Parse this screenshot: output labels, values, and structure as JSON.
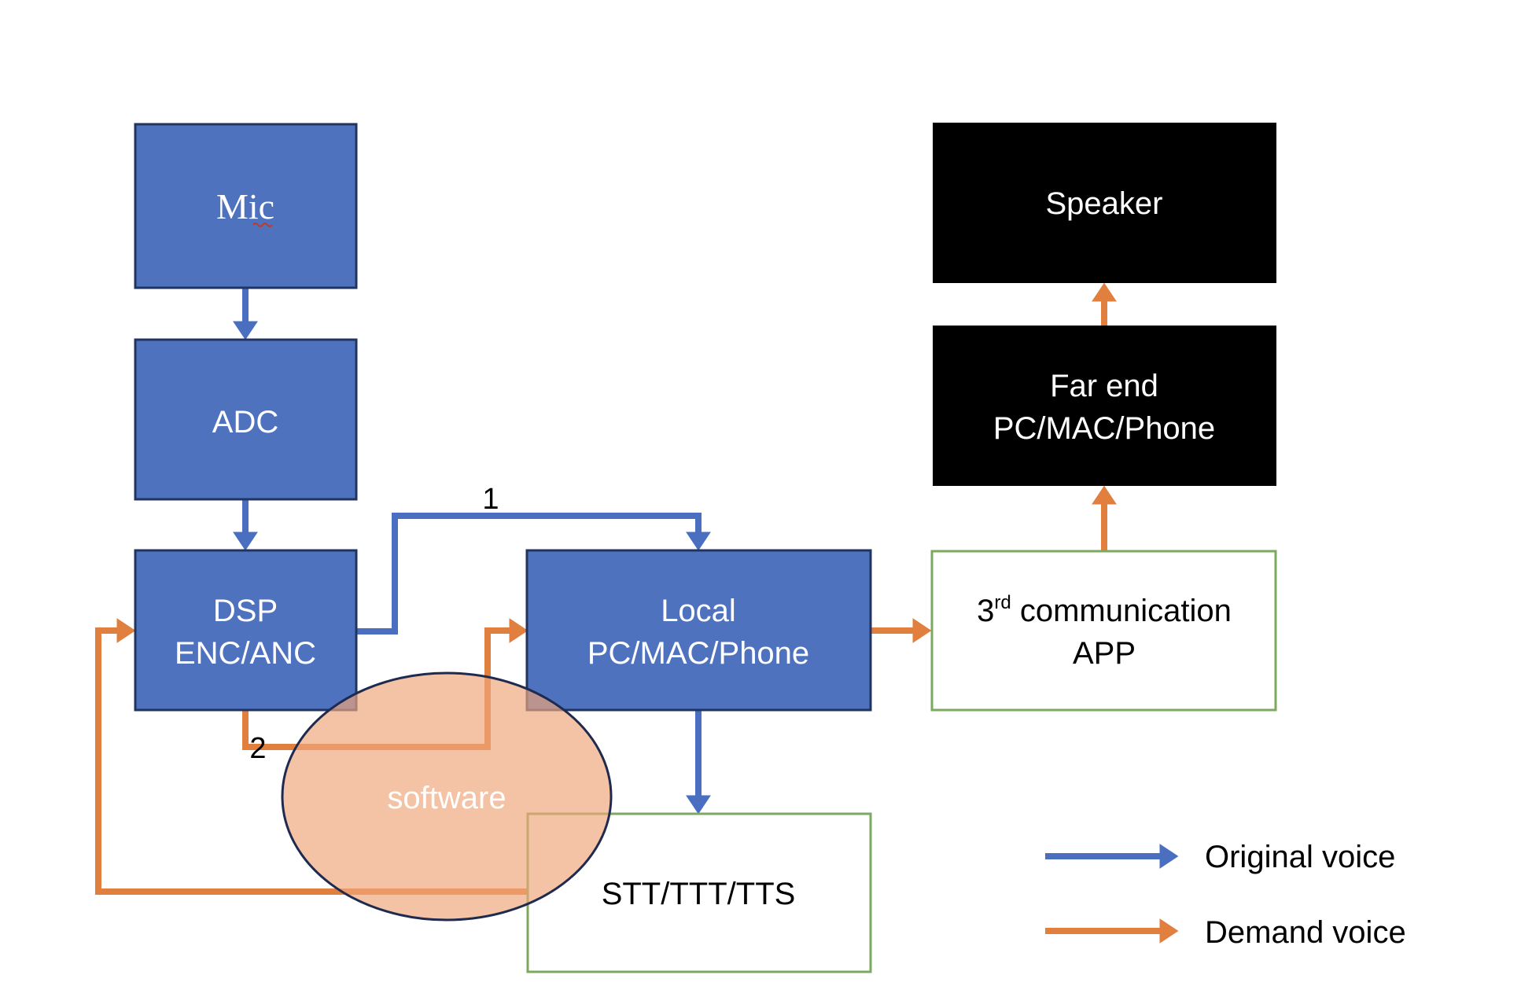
{
  "colors": {
    "blue_fill": "#4F72BE",
    "blue_border": "#1F3461",
    "blue_line": "#4A6FC0",
    "orange_line": "#E07F3E",
    "green_border": "#7BAA5E",
    "black_fill": "#000000",
    "ellipse_fill": "#EFA57A",
    "ellipse_border": "#1F2A4F"
  },
  "nodes": {
    "mic": {
      "label": "Mic"
    },
    "adc": {
      "label": "ADC"
    },
    "dsp": {
      "line1": "DSP",
      "line2": "ENC/ANC"
    },
    "local": {
      "line1": "Local",
      "line2": "PC/MAC/Phone"
    },
    "app": {
      "ord": "3",
      "sup": "rd",
      "line1_rest": " communication",
      "line2": "APP"
    },
    "far_end": {
      "line1": "Far end",
      "line2": "PC/MAC/Phone"
    },
    "speaker": {
      "label": "Speaker"
    },
    "stt": {
      "label": "STT/TTT/TTS"
    },
    "software": {
      "label": "software"
    }
  },
  "path_labels": {
    "path1": "1",
    "path2": "2"
  },
  "legend": {
    "items": [
      {
        "label": "Original voice",
        "type": "original"
      },
      {
        "label": "Demand voice",
        "type": "demand"
      }
    ]
  }
}
